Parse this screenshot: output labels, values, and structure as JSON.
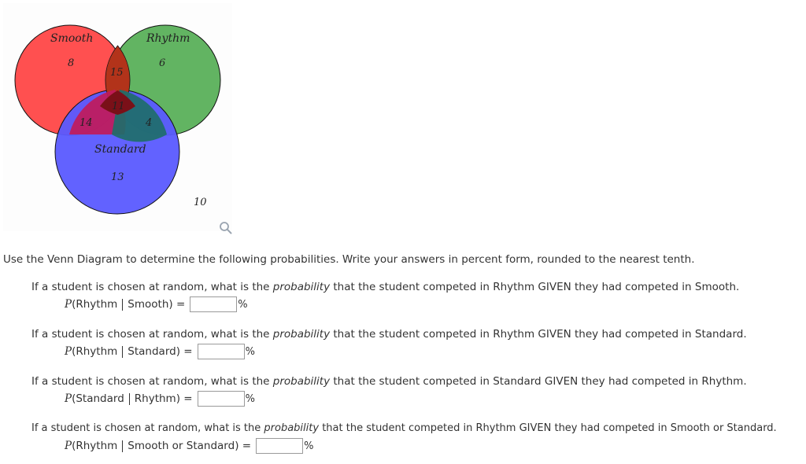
{
  "venn": {
    "sets": [
      {
        "name": "Smooth",
        "color": "#ff5050"
      },
      {
        "name": "Rhythm",
        "color": "#4aa84a"
      },
      {
        "name": "Standard",
        "color": "#5050ff"
      }
    ],
    "regions": {
      "smooth_only": "8",
      "rhythm_only": "6",
      "smooth_rhythm": "15",
      "all_three": "11",
      "smooth_standard": "14",
      "rhythm_standard": "4",
      "standard_only": "13",
      "outside": "10"
    }
  },
  "instructions": "Use the Venn Diagram to determine the following probabilities. Write your answers in percent form, rounded to the nearest tenth.",
  "questions": [
    {
      "before": "If a student is chosen at random, what is the ",
      "em": "probability",
      "after": " that the student competed in Rhythm GIVEN they had competed in Smooth.",
      "p": "P",
      "event": "(Rhythm",
      "given": "Smooth) =",
      "value": "",
      "unit": "%"
    },
    {
      "before": "If a student is chosen at random, what is the ",
      "em": "probability",
      "after": " that the student competed in Rhythm GIVEN they had competed in Standard.",
      "p": "P",
      "event": "(Rhythm",
      "given": "Standard) =",
      "value": "",
      "unit": "%"
    },
    {
      "before": "If a student is chosen at random, what is the ",
      "em": "probability",
      "after": " that the student competed in Standard GIVEN they had competed in Rhythm.",
      "p": "P",
      "event": "(Standard",
      "given": "Rhythm) =",
      "value": "",
      "unit": "%"
    },
    {
      "before": "If a student is chosen at random, what is the ",
      "em": "probability",
      "after": " that the student competed in Rhythm GIVEN they had competed in Smooth or Standard.",
      "p": "P",
      "event": "(Rhythm",
      "given": "Smooth or Standard) =",
      "value": "",
      "unit": "%"
    }
  ]
}
